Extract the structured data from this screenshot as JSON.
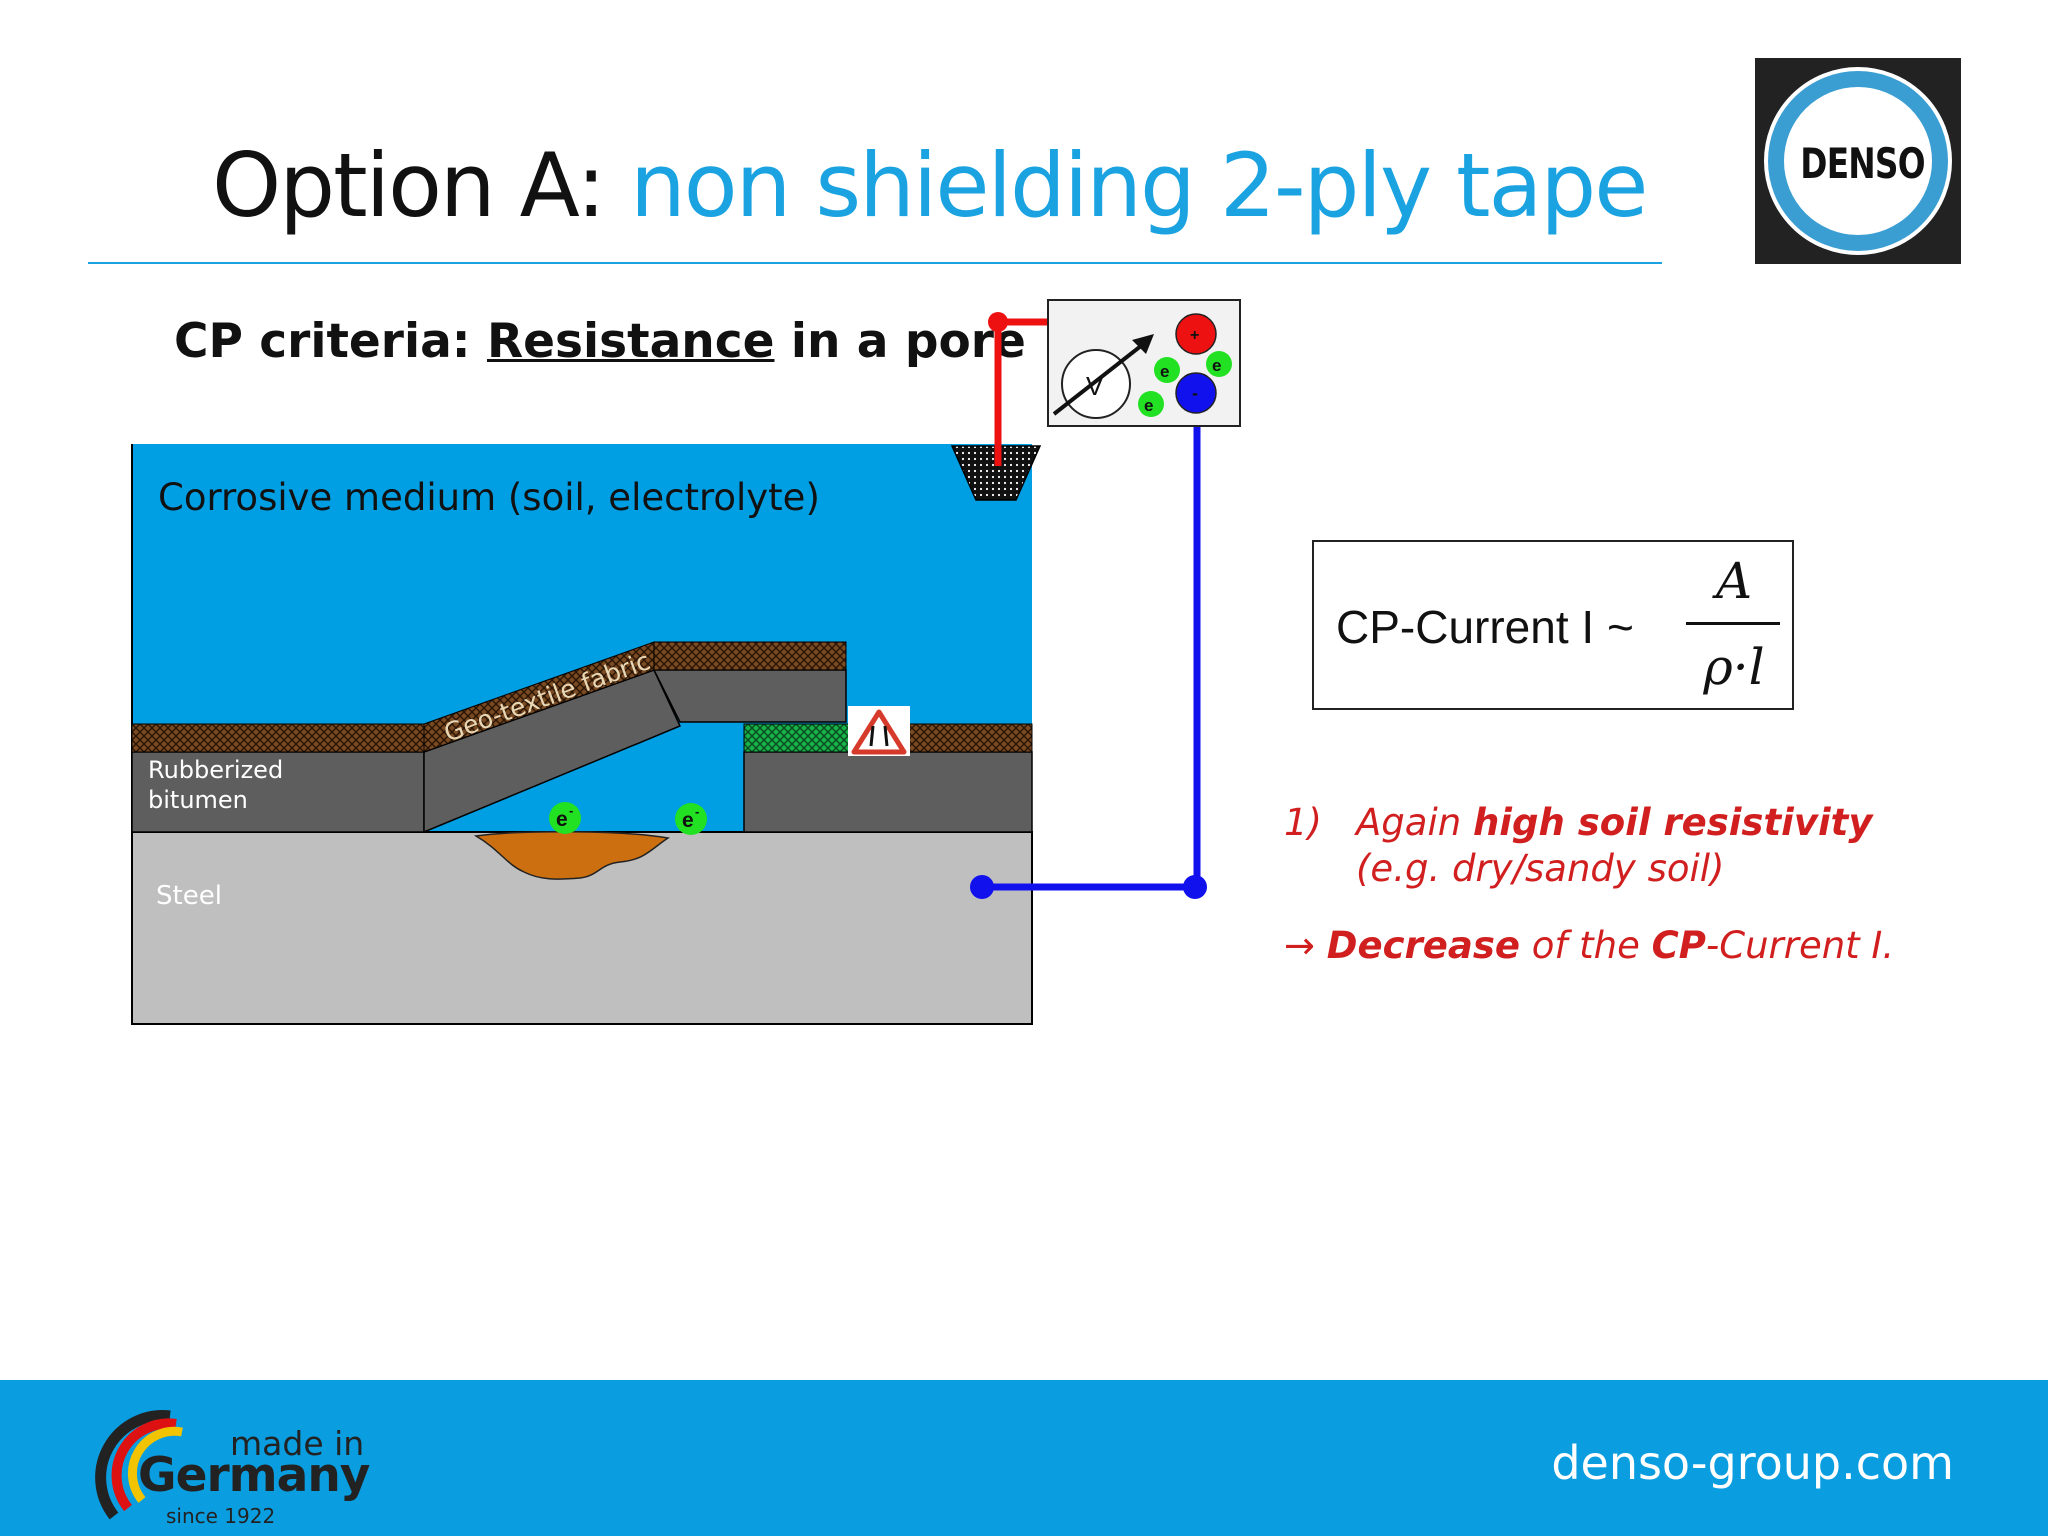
{
  "slide": {
    "title_prefix": "Option A:",
    "title_highlight": "non shielding 2-ply tape",
    "subtitle_pre": "CP criteria: ",
    "subtitle_underlined": "Resistance",
    "subtitle_post": " in a pore"
  },
  "logo": {
    "text": "DENSO"
  },
  "diagram": {
    "medium_label": "Corrosive medium (soil, electrolyte)",
    "fabric_label": "Geo-textile fabric",
    "bitumen_label_1": "Rubberized",
    "bitumen_label_2": "bitumen",
    "steel_label": "Steel",
    "electron_label": "e",
    "electron_sup": "-",
    "voltmeter_label": "V",
    "plus_label": "+",
    "minus_label": "-"
  },
  "formula": {
    "lhs": "CP-Current  I ~",
    "numerator": "A",
    "denominator": "ρ·l"
  },
  "notes": {
    "item_number": "1)",
    "item_pre": "Again ",
    "item_bold": "high soil resistivity",
    "item_sub": "(e.g. dry/sandy soil)",
    "conclusion_arrow": "→ ",
    "conclusion_bold1": "Decrease",
    "conclusion_mid": " of the ",
    "conclusion_bold2": "CP",
    "conclusion_end": "-Current I."
  },
  "footer": {
    "made_in": "made in",
    "germany": "Germany",
    "since": "since 1922",
    "website": "denso-group.com"
  },
  "colors": {
    "accent_blue": "#1aa3e0",
    "footer_blue": "#0a9ee1",
    "soil_blue": "#009fe3",
    "note_red": "#d11f1f",
    "bitumen_grey": "#5e5e5e",
    "steel_grey": "#bfbfbf",
    "rust": "#cc6f10",
    "electron_green": "#22e022"
  }
}
